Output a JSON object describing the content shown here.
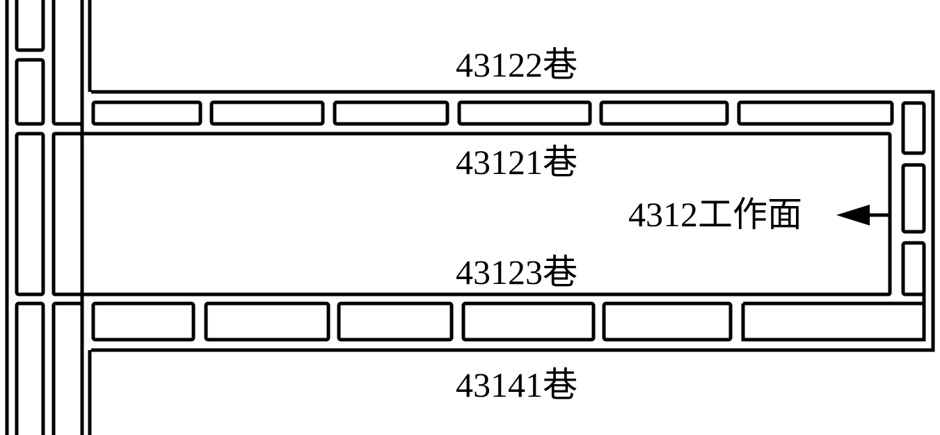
{
  "diagram": {
    "type": "mine roadway layout",
    "colors": {
      "line": "#000000",
      "background": "#ffffff"
    },
    "labels": {
      "roadway_43122": "43122巷",
      "roadway_43121": "43121巷",
      "working_face": "4312工作面",
      "roadway_43123": "43123巷",
      "roadway_43141": "43141巷"
    },
    "arrow": {
      "points_to": "working_face",
      "direction": "left"
    }
  }
}
